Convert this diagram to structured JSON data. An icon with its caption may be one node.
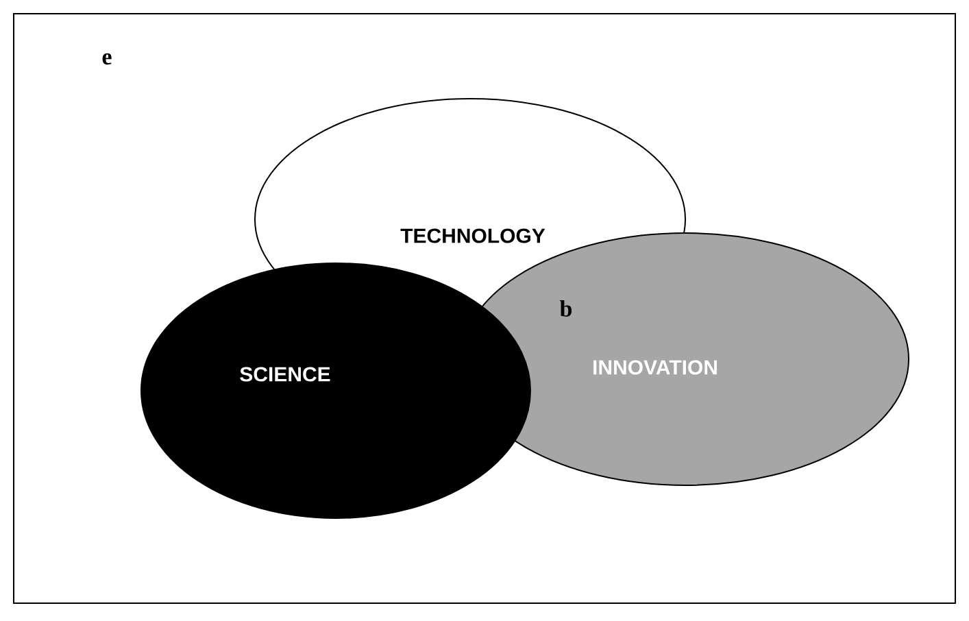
{
  "diagram": {
    "nodes": [
      {
        "text": [
          "TECHNOLOGY"
        ]
      },
      {
        "text": [
          "INNOVATION"
        ]
      },
      {
        "text": [
          "SCIENCE"
        ]
      }
    ],
    "labels": [
      "e",
      "b"
    ]
  }
}
